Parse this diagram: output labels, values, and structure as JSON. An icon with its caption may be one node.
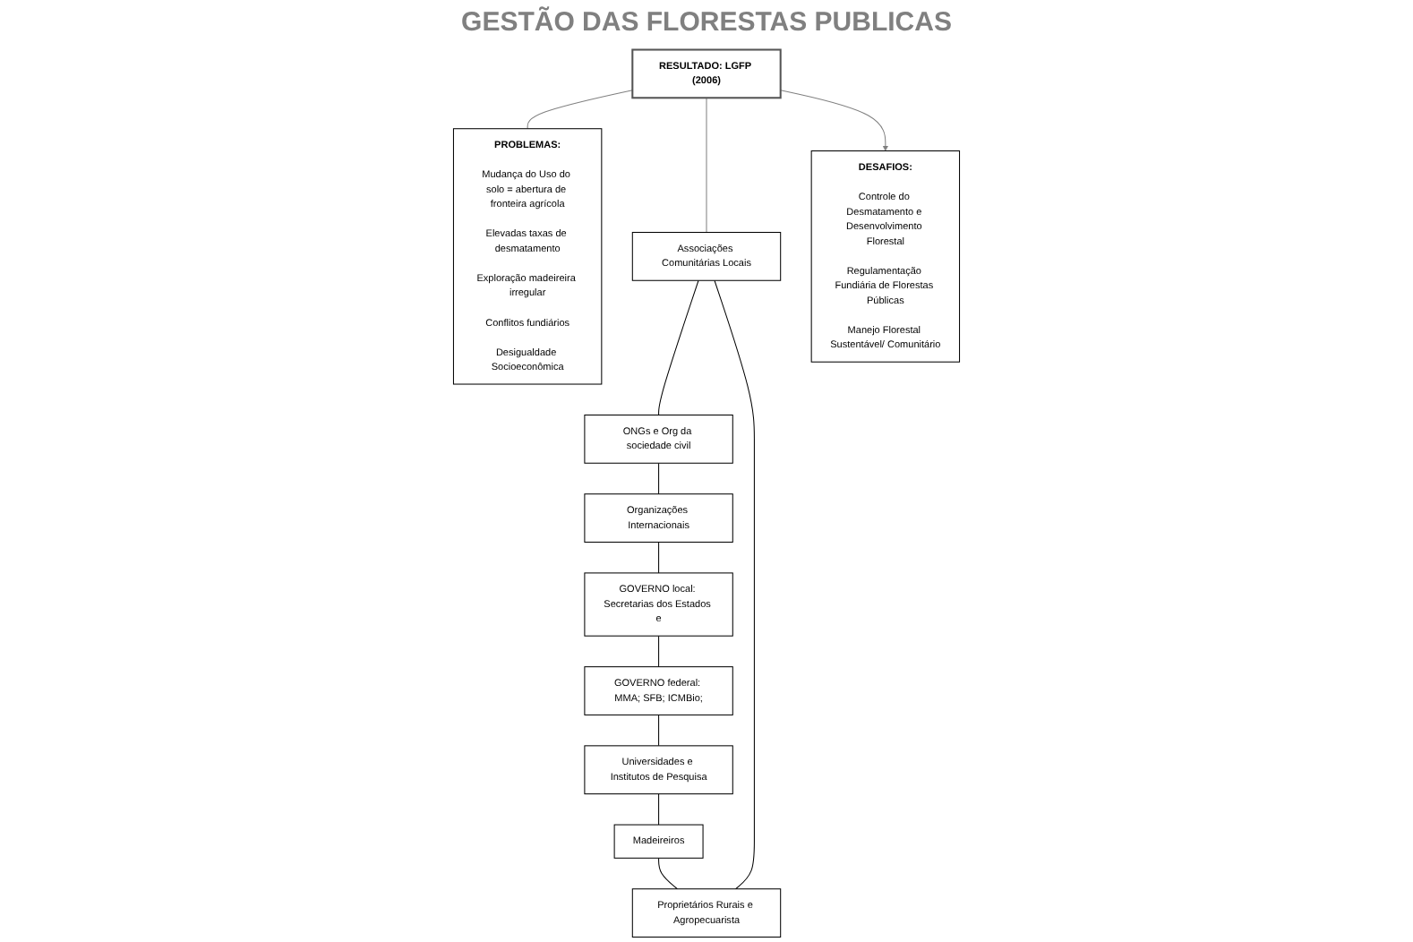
{
  "diagram": {
    "nodes": [
      {
        "text": [
          "RESULTADO: LGFP (2006)"
        ]
      },
      {
        "text": [
          "PROBLEMAS:",
          "Mudança do Uso do solo = abertura de fronteira agrícola",
          "Elevadas taxas de desmatamento",
          "Exploração madeireira irregular",
          "Conflitos fundiários",
          "Desigualdade Socioeconômica"
        ]
      },
      {
        "text": [
          "Proprietários Rurais e Agropecuarista"
        ]
      },
      {
        "text": [
          "Associações Comunitárias Locais"
        ]
      },
      {
        "text": [
          "Madeireiros"
        ]
      },
      {
        "text": [
          "ONGs e Org da sociedade civil"
        ]
      },
      {
        "text": [
          "Universidades e Institutos de Pesquisa"
        ]
      },
      {
        "text": [
          "Organizações Internacionais"
        ]
      },
      {
        "text": [
          "GOVERNO federal: MMA; SFB; ICMBio;"
        ]
      },
      {
        "text": [
          "GOVERNO local: Secretarias dos Estados e"
        ]
      },
      {
        "text": [
          "DESAFIOS:",
          "Controle do Desmatamento e Desenvolvimento Florestal",
          "Regulamentação Fundiária de Florestas Públicas",
          "Manejo Florestal Sustentável/ Comunitário"
        ]
      }
    ],
    "edges": [
      {
        "from": 0,
        "to": 1,
        "arrow": "none",
        "color": "#808080"
      },
      {
        "from": 0,
        "to": 3,
        "arrow": "none",
        "color": "#808080"
      },
      {
        "from": 0,
        "to": 10,
        "arrow": "to",
        "color": "#808080"
      },
      {
        "from": 3,
        "to": 5,
        "arrow": "none"
      },
      {
        "from": 5,
        "to": 7,
        "arrow": "none"
      },
      {
        "from": 7,
        "to": 9,
        "arrow": "none"
      },
      {
        "from": 9,
        "to": 8,
        "arrow": "none"
      },
      {
        "from": 8,
        "to": 6,
        "arrow": "none"
      },
      {
        "from": 6,
        "to": 4,
        "arrow": "none"
      },
      {
        "from": 4,
        "to": 2,
        "arrow": "none"
      },
      {
        "from": 2,
        "to": 3,
        "arrow": "none"
      }
    ],
    "labels": [
      "GESTÃO DAS FLORESTAS PUBLICAS"
    ]
  }
}
